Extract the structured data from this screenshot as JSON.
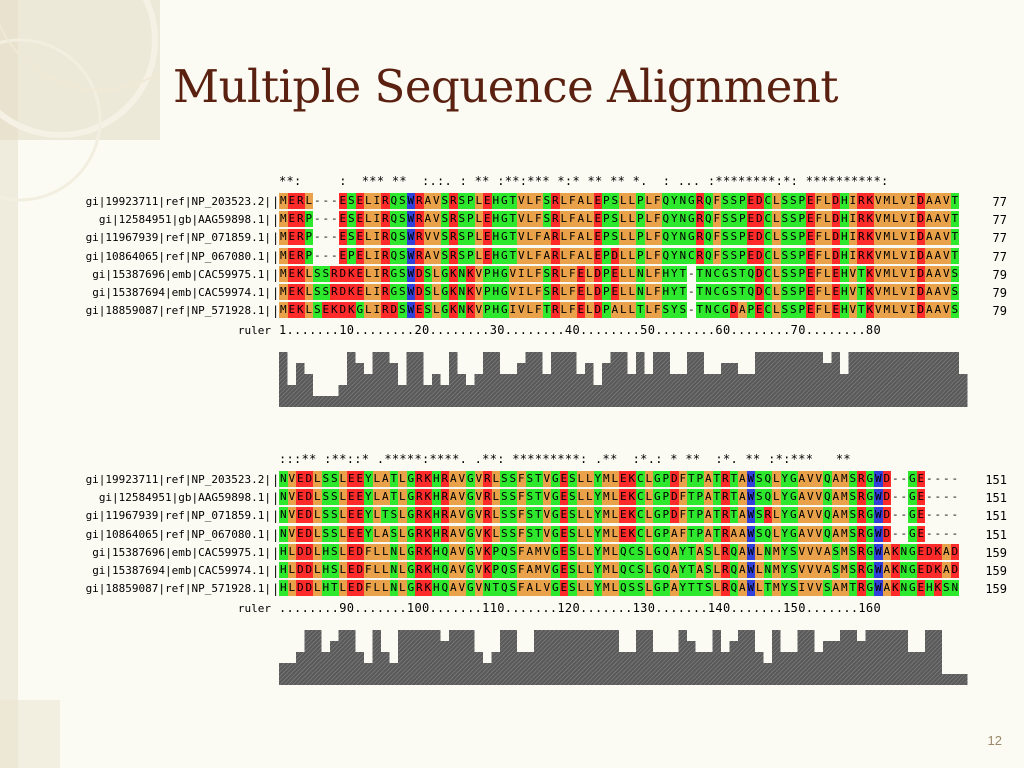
{
  "slide": {
    "title": "Multiple Sequence Alignment",
    "page_number": "12"
  },
  "colors": {
    "A": "#e9a24a",
    "V": "#e9a24a",
    "L": "#e9a24a",
    "I": "#e9a24a",
    "M": "#e9a24a",
    "F": "#e9a24a",
    "W": "#e9a24a",
    "S": "#2ee82e",
    "T": "#2ee82e",
    "N": "#2ee82e",
    "Q": "#2ee82e",
    "G": "#2ee82e",
    "P": "#2ee82e",
    "Y": "#2ee82e",
    "C": "#2ee82e",
    "H": "#2ee82e",
    "D": "#ff2a2a",
    "E": "#ff2a2a",
    "K": "#ff2a2a",
    "R": "#ff2a2a",
    "accent_blue": "#3040d8"
  },
  "blocks": [
    {
      "consensus": "**:     :  *** **  :.:. : ** :**:*** *:* ** ** *.  : ... :********:*: **********:",
      "rows": [
        {
          "name": "gi|19923711|ref|NP_203523.2|",
          "seq": "MERL---ESELIRQSWRAVSRSPLEHGTVLFSRLFALEPSLLPLFQYNGRQFSSPEDCLSSPEFLDHIRKVMLVIDAAVT",
          "count": "77"
        },
        {
          "name": "gi|12584951|gb|AAG59898.1|",
          "seq": "MERP---ESELIRQSWRAVSRSPLEHGTVLFSRLFALEPSLLPLFQYNGRQFSSPEDCLSSPEFLDHIRKVMLVIDAAVT",
          "count": "77"
        },
        {
          "name": "gi|11967939|ref|NP_071859.1|",
          "seq": "MERP---ESELIRQSWRVVSRSPLEHGTVLFARLFALEPSLLPLFQYNGRQFSSPEDCLSSPEFLDHIRKVMLVIDAAVT",
          "count": "77"
        },
        {
          "name": "gi|10864065|ref|NP_067080.1|",
          "seq": "MERP---EPELIRQSWRAVSRSPLEHGTVLFARLFALEPDLLPLFQYNCRQFSSPEDCLSSPEFLDHIRKVMLVIDAAVT",
          "count": "77"
        },
        {
          "name": "gi|15387696|emb|CAC59975.1|",
          "seq": "MEKLSSRDKELIRGSWDSLGKNKVPHGVILFSRLFELDPELLNLFHYT-TNCGSTQDCLSSPEFLEHVTKVMLVIDAAVS",
          "count": "79"
        },
        {
          "name": "gi|15387694|emb|CAC59974.1|",
          "seq": "MEKLSSRDKELIRGSWDSLGKNKVPHGVILFSRLFELDPELLNLFHYT-TNCGSTQDCLSSPEFLEHVTKVMLVIDAAVS",
          "count": "79"
        },
        {
          "name": "gi|18859087|ref|NP_571928.1|",
          "seq": "MEKLSEKDKGLIRDSWESLGKNKVPHGIVLFTRLFELDPALLTLFSYS-TNCGDAPECLSSPEFLEHVTKVMLVIDAAVS",
          "count": "79"
        }
      ],
      "ruler_label": "ruler",
      "ruler": "1.......10........20........30........40........50........60........70........80",
      "conservation": [
        5,
        2,
        4,
        3,
        1,
        1,
        1,
        2,
        5,
        4,
        3,
        5,
        5,
        4,
        2,
        5,
        5,
        2,
        3,
        2,
        5,
        3,
        2,
        3,
        5,
        5,
        3,
        3,
        4,
        5,
        5,
        3,
        5,
        5,
        5,
        3,
        4,
        2,
        4,
        5,
        5,
        3,
        5,
        3,
        5,
        5,
        3,
        3,
        5,
        5,
        3,
        3,
        4,
        4,
        3,
        3,
        5,
        5,
        5,
        5,
        5,
        5,
        5,
        5,
        4,
        5,
        3,
        5,
        5,
        5,
        5,
        5,
        5,
        5,
        5,
        5,
        5,
        5,
        5,
        5,
        3
      ]
    },
    {
      "consensus": ":::** :**::* .*****:****. .**: *********: .**  :*.: * **  :*. ** :*:***   **",
      "rows": [
        {
          "name": "gi|19923711|ref|NP_203523.2|",
          "seq": "NVEDLSSLEEYLATLGRKHRAVGVRLSSFSTVGESLLYMLEKCLGPDFTPATRTAWSQLYGAVVQAMSRGWD--GE----",
          "count": "151"
        },
        {
          "name": "gi|12584951|gb|AAG59898.1|",
          "seq": "NVEDLSSLEEYLATLGRKHRAVGVRLSSFSTVGESLLYMLEKCLGPDFTPATRTAWSQLYGAVVQAMSRGWD--GE----",
          "count": "151"
        },
        {
          "name": "gi|11967939|ref|NP_071859.1|",
          "seq": "NVEDLSSLEEYLTSLGRKHRAVGVRLSSFSTVGESLLYMLEKCLGPDFTPATRTAWSRLYGAVVQAMSRGWD--GE----",
          "count": "151"
        },
        {
          "name": "gi|10864065|ref|NP_067080.1|",
          "seq": "NVEDLSSLEEYLASLGRKHRAVGVKLSSFSTVGESLLYMLEKCLGPAFTPATRAAWSQLYGAVVQAMSRGWD--GE----",
          "count": "151"
        },
        {
          "name": "gi|15387696|emb|CAC59975.1|",
          "seq": "HLDDLHSLEDFLLNLGRKHQAVGVKPQSFAMVGESLLYMLQCSLGQAYTASLRQAWLNMYSVVVASMSRGWAKNGEDKAD",
          "count": "159"
        },
        {
          "name": "gi|15387694|emb|CAC59974.1|",
          "seq": "HLDDLHSLEDFLLNLGRKHQAVGVKPQSFAMVGESLLYMLQCSLGQAYTASLRQAWLNMYSVVVASMSRGWAKNGEDKAD",
          "count": "159"
        },
        {
          "name": "gi|18859087|ref|NP_571928.1|",
          "seq": "HLDDLHTLEDFLLNLGRKHQAVGVNTQSFALVGESLLYMLQSSLGPAYTTSLRQAWLTMYSIVVSAMTRGWAKNGEHKSN",
          "count": "159"
        }
      ],
      "ruler_label": "ruler",
      "ruler": "........90.......100.......110.......120.......130.......140.......150.......160",
      "conservation": [
        2,
        2,
        3,
        5,
        5,
        3,
        4,
        5,
        5,
        3,
        2,
        5,
        3,
        2,
        5,
        5,
        5,
        5,
        5,
        4,
        5,
        5,
        5,
        3,
        2,
        3,
        5,
        5,
        3,
        3,
        5,
        5,
        5,
        5,
        5,
        5,
        5,
        5,
        5,
        5,
        3,
        3,
        5,
        5,
        3,
        3,
        3,
        5,
        4,
        3,
        3,
        5,
        3,
        4,
        5,
        5,
        3,
        2,
        5,
        3,
        3,
        5,
        5,
        3,
        4,
        4,
        5,
        5,
        4,
        5,
        5,
        5,
        5,
        5,
        3,
        3,
        5,
        5,
        1,
        1,
        1
      ]
    }
  ]
}
